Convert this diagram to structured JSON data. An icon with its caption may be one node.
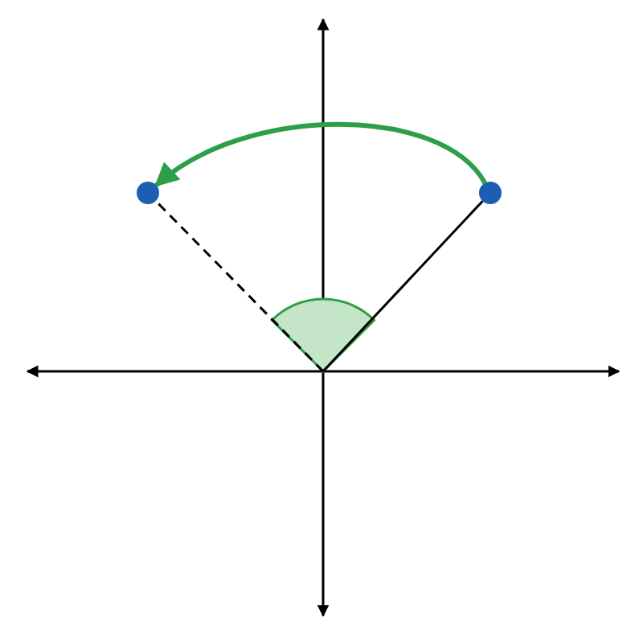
{
  "diagram": {
    "nodes": [
      {
        "text": [],
        "shape": "circle"
      },
      {
        "text": [],
        "shape": "circle"
      }
    ],
    "edges": [
      {
        "from": 1,
        "to": 0,
        "arrow": "to",
        "style": "thick",
        "color": "#2e9e48"
      },
      {
        "from": null,
        "to": 0,
        "arrow": "none",
        "style": "dashed"
      },
      {
        "from": null,
        "to": 1,
        "arrow": "none"
      }
    ]
  }
}
